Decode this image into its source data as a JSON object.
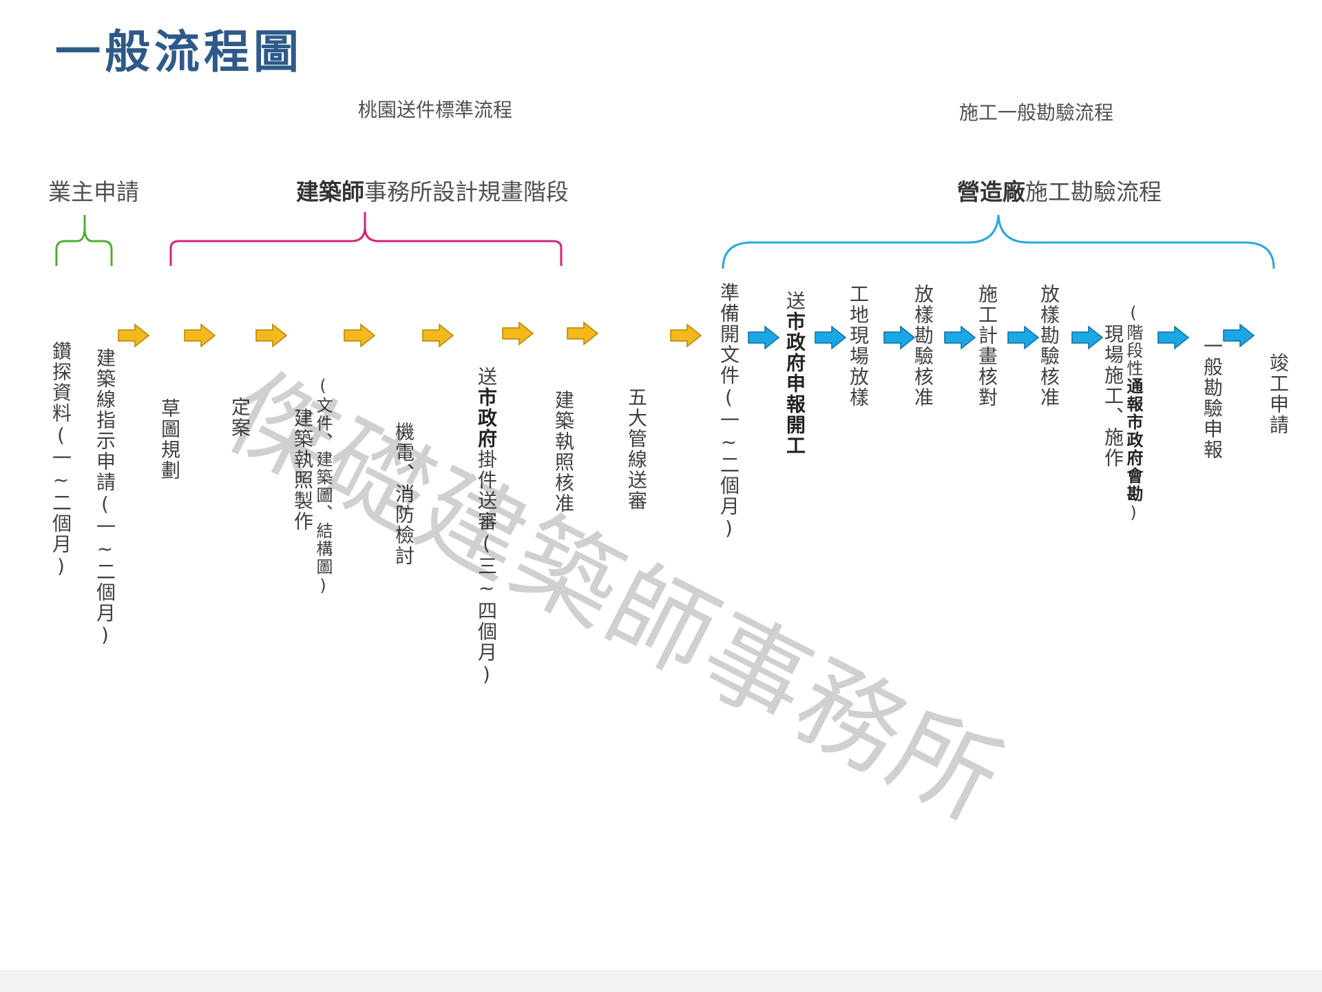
{
  "title": "一般流程圖",
  "sections": {
    "taoyuan": "桃園送件標準流程",
    "construction": "施工一般勘驗流程"
  },
  "phases": {
    "owner": "業主申請",
    "architect_bold": "建築師",
    "architect_rest": "事務所設計規畫階段",
    "contractor_bold": "營造廠",
    "contractor_rest": "施工勘驗流程"
  },
  "colors": {
    "title": "#2e5a8a",
    "owner_brace": "#4caf32",
    "architect_brace": "#d4237a",
    "contractor_brace": "#29a8e0",
    "arrow_yellow": "#f5b81c",
    "arrow_blue": "#1aa7e6"
  },
  "steps": {
    "s1": "鑽探資料(一~二個月)",
    "s2": "建築線指示申請(一~二個月)",
    "s3": "草圖規劃",
    "s4": "定案",
    "s5a": "(文件、建築圖、結構圖)",
    "s5b": "建築執照製作",
    "s6": "機電、消防檢討",
    "s7_pre": "送",
    "s7_hl": "市政府",
    "s7_post": "掛件送審(三~四個月)",
    "s8": "建築執照核准",
    "s9": "五大管線送審",
    "s10": "準備開文件(一~二個月)",
    "s11_pre": "送",
    "s11_hl": "市政府申報開工",
    "s12": "工地現場放樣",
    "s13": "放樣勘驗核准",
    "s14": "施工計畫核對",
    "s15": "放樣勘驗核准",
    "s16a_pre": "(階段性",
    "s16a_hl": "通報市政府會勘",
    "s16a_post": ")",
    "s16b": "現場施工、施作",
    "s17": "一般勘驗申報",
    "s18": "竣工申請"
  },
  "icons": [
    "brace-icon",
    "arrow-right-icon"
  ],
  "watermark": "傑礎建築師事務所"
}
